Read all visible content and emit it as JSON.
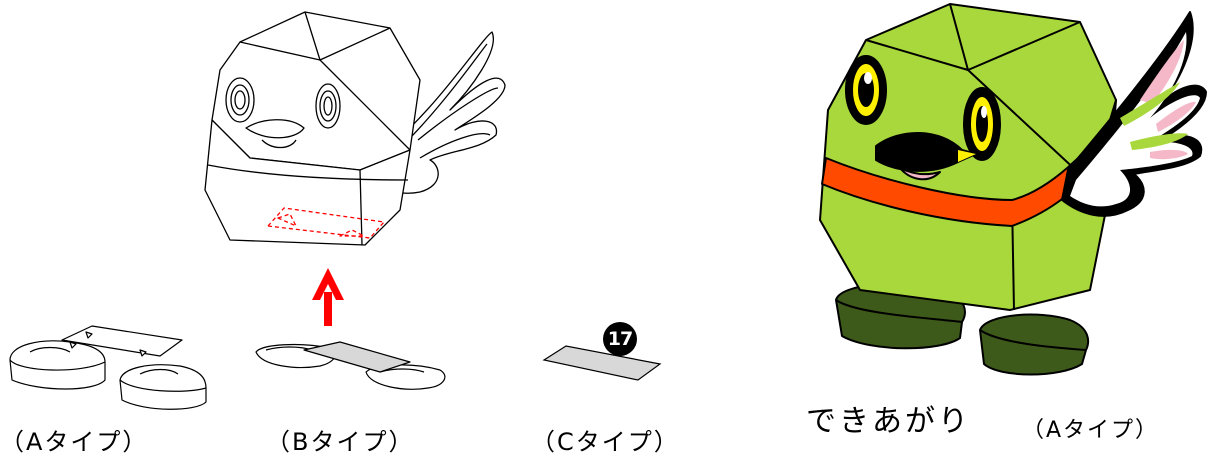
{
  "labels": {
    "type_a": "（Aタイプ）",
    "type_b": "（Bタイプ）",
    "type_c": "（Cタイプ）",
    "completed": "できあがり",
    "completed_type": "（Aタイプ）"
  },
  "step_number": "17",
  "colors": {
    "body_green": "#a8d83c",
    "scarf_orange": "#ff4a00",
    "feet_dark_green": "#3e5a1a",
    "eye_yellow": "#ffef00",
    "wing_pink": "#f5b8c8",
    "glue_guide_red": "#ff0000"
  }
}
